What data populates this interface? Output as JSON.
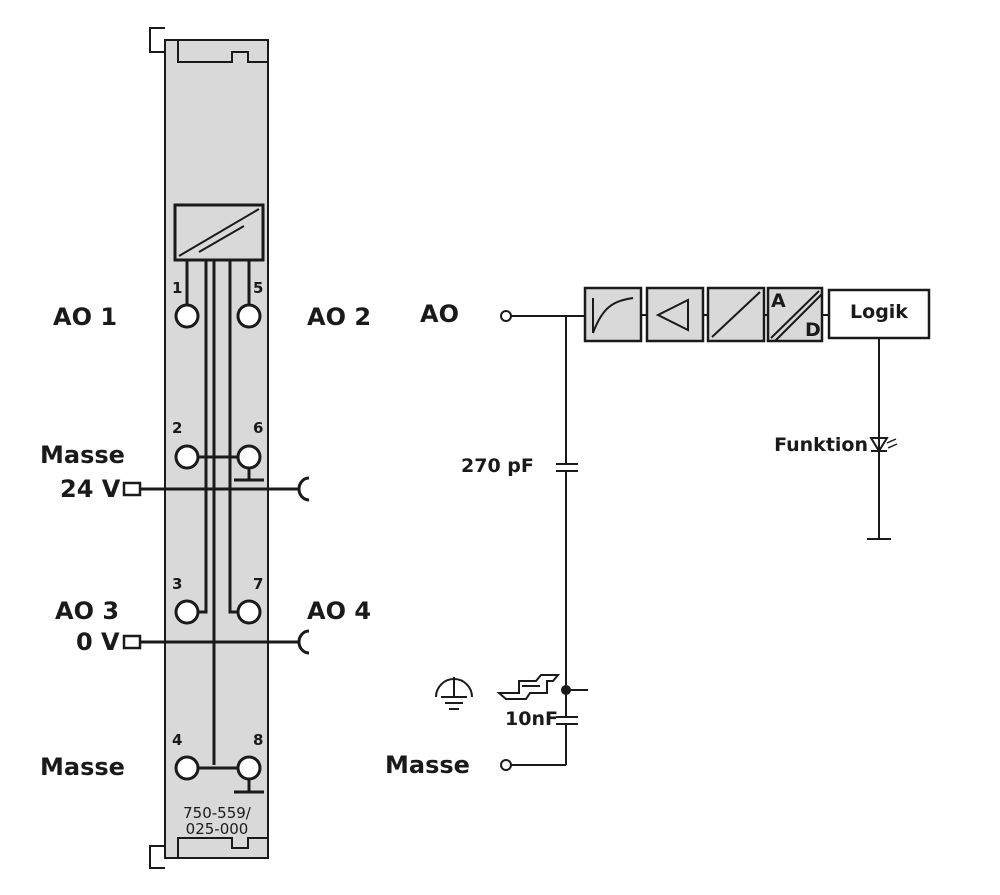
{
  "module": {
    "part_number_line1": "750-559/",
    "part_number_line2": "025-000",
    "pins": [
      "1",
      "5",
      "2",
      "6",
      "3",
      "7",
      "4",
      "8"
    ]
  },
  "labels": {
    "ao1": "AO 1",
    "ao2": "AO 2",
    "masse_top": "Masse",
    "v24": "24 V",
    "ao3": "AO 3",
    "ao4": "AO 4",
    "v0": "0 V",
    "masse_bottom": "Masse"
  },
  "schematic": {
    "ao": "AO",
    "logik": "Logik",
    "ad_a": "A",
    "ad_d": "D",
    "funktion": "Funktion",
    "cap1": "270 pF",
    "cap2": "10nF",
    "masse": "Masse"
  },
  "colors": {
    "housing_fill": "#d9d9d9",
    "line": "#1a1a1a"
  }
}
